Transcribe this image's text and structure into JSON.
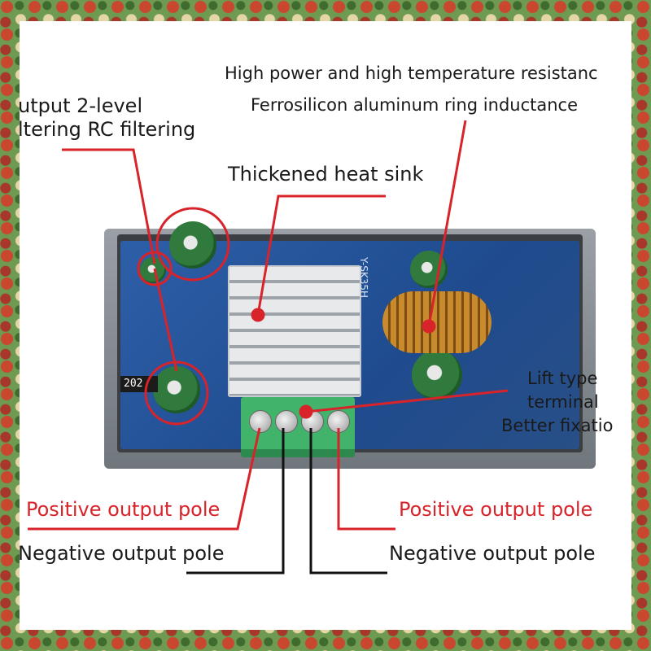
{
  "labels": {
    "high_power": "High power and high temperature resistanc",
    "inductance": "Ferrosilicon aluminum ring inductance",
    "filter_line1": "utput 2-level",
    "filter_line2": "ltering RC filtering",
    "heat_sink": "Thickened heat sink",
    "lift_line1": "Lift type",
    "lift_line2": "terminal",
    "lift_line3": "Better fixatio",
    "positive_left": "Positive output pole",
    "positive_right": "Positive output pole",
    "negative_left": "Negative output pole",
    "negative_right": "Negative output pole"
  },
  "board": {
    "chip_marking": "202",
    "model_marking": "Y-SK35H"
  },
  "colors": {
    "callout_red": "#d8232a",
    "callout_black": "#111111",
    "pcb_blue": "#2d5fa8",
    "terminal_green": "#41b36a"
  }
}
